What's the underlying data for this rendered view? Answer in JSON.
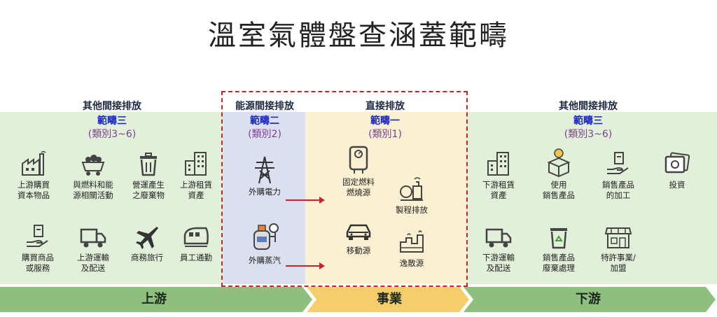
{
  "title": "溫室氣體盤查涵蓋範疇",
  "upstream": {
    "header": "其他間接排放",
    "scope": "範疇三",
    "category": "(類別3~6)",
    "items": [
      {
        "icon": "factory-icon",
        "label": "上游購買\n資本物品"
      },
      {
        "icon": "coal-cart-icon",
        "label": "與燃料和能\n源相關活動"
      },
      {
        "icon": "trash-bin-icon",
        "label": "營運產生\n之廢棄物"
      },
      {
        "icon": "office-building-icon",
        "label": "上游租賃\n資產"
      },
      {
        "icon": "hand-product-icon",
        "label": "購買商品\n或服務"
      },
      {
        "icon": "truck-icon",
        "label": "上游運輸\n及配送"
      },
      {
        "icon": "airplane-icon",
        "label": "商務旅行"
      },
      {
        "icon": "train-icon",
        "label": "員工通勤"
      }
    ],
    "band_label": "上游"
  },
  "energy": {
    "header": "能源間接排放",
    "scope": "範疇二",
    "category": "(類別2)",
    "items": [
      {
        "icon": "power-tower-icon",
        "label": "外購電力"
      },
      {
        "icon": "steam-boiler-icon",
        "label": "外購蒸汽"
      }
    ]
  },
  "direct": {
    "header": "直接排放",
    "scope": "範疇一",
    "category": "(類別1)",
    "items": [
      {
        "icon": "water-heater-icon",
        "label": "固定燃料\n燃燒源"
      },
      {
        "icon": "process-icon",
        "label": "製程排放"
      },
      {
        "icon": "car-icon",
        "label": "移動源"
      },
      {
        "icon": "fugitive-icon",
        "label": "逸散源"
      }
    ],
    "band_label": "事業"
  },
  "downstream": {
    "header": "其他間接排放",
    "scope": "範疇三",
    "category": "(類別3~6)",
    "items": [
      {
        "icon": "office-building-icon",
        "label": "下游租賃\n資產"
      },
      {
        "icon": "box-bulb-icon",
        "label": "使用\n銷售產品"
      },
      {
        "icon": "hand-product-icon",
        "label": "銷售產品\n的加工"
      },
      {
        "icon": "money-icon",
        "label": "投資"
      },
      {
        "icon": "truck-icon",
        "label": "下游運輸\n及配送"
      },
      {
        "icon": "recycle-bin-icon",
        "label": "銷售產品\n廢棄處理"
      },
      {
        "icon": "storefront-icon",
        "label": "特許事業/\n加盟"
      }
    ],
    "band_label": "下游"
  },
  "colors": {
    "upstream_bg": "#e2efd9",
    "energy_bg": "#dcdfef",
    "direct_bg": "#fcf0d2",
    "band_green": "#8fbf7f",
    "band_yellow": "#f6cd6b",
    "scope_blue": "#1f2bc5",
    "category_purple": "#7b3f9a",
    "arrow_red": "#c0272d"
  }
}
